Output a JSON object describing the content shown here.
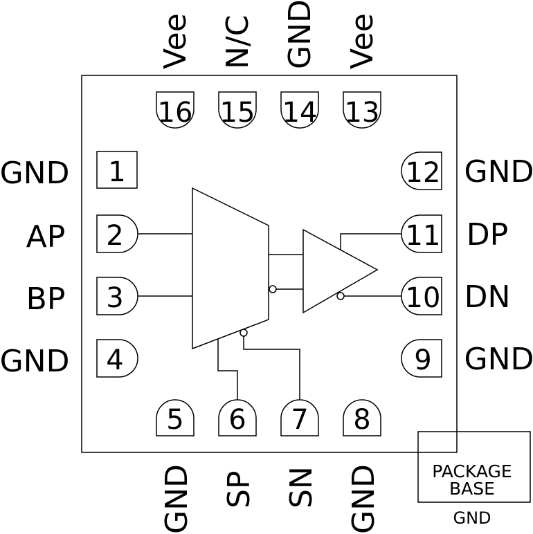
{
  "pins": {
    "p1": {
      "num": "1",
      "name": "GND"
    },
    "p2": {
      "num": "2",
      "name": "AP"
    },
    "p3": {
      "num": "3",
      "name": "BP"
    },
    "p4": {
      "num": "4",
      "name": "GND"
    },
    "p5": {
      "num": "5",
      "name": "GND"
    },
    "p6": {
      "num": "6",
      "name": "SP"
    },
    "p7": {
      "num": "7",
      "name": "SN"
    },
    "p8": {
      "num": "8",
      "name": "GND"
    },
    "p9": {
      "num": "9",
      "name": "GND"
    },
    "p10": {
      "num": "10",
      "name": "DN"
    },
    "p11": {
      "num": "11",
      "name": "DP"
    },
    "p12": {
      "num": "12",
      "name": "GND"
    },
    "p13": {
      "num": "13",
      "name": "Vee"
    },
    "p14": {
      "num": "14",
      "name": "GND"
    },
    "p15": {
      "num": "15",
      "name": "N/C"
    },
    "p16": {
      "num": "16",
      "name": "Vee"
    }
  },
  "package_base": {
    "line1": "PACKAGE",
    "line2": "BASE",
    "label": "GND"
  }
}
